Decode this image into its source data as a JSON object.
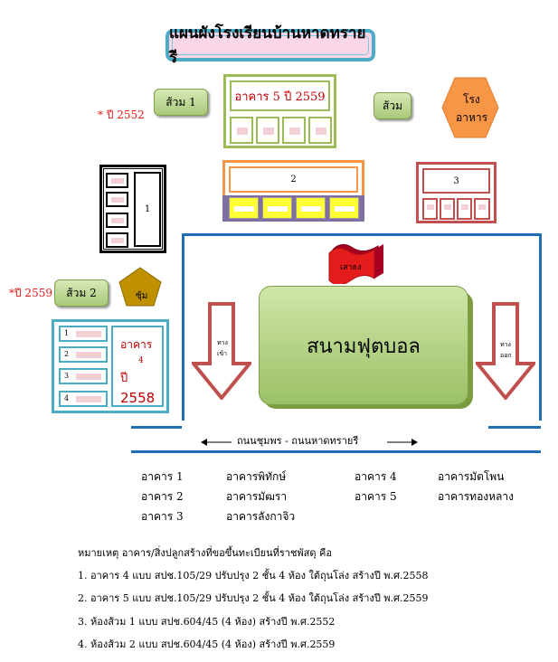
{
  "title": "แผนผังโรงเรียนบ้านหาดทรายรี",
  "year_2552_note": "* ปี 2552",
  "year_2559_note": "*ปี 2559",
  "toilet1_label": "ส้วม 1",
  "toilet2_label": "ส้วม 2",
  "toilet_label": "ส้วม",
  "canteen_label": "โรง\nอาหาร",
  "hut_label": "ซุ้ม",
  "building5_label": "อาคาร 5 ปี 2559",
  "building1_label": "1",
  "building2_label": "2",
  "building3_label": "3",
  "building4": {
    "label_top": "อาคาร",
    "label_num": "4",
    "label_year": "ปี",
    "label_yearnum": "2558",
    "rooms": [
      "1",
      "2",
      "3",
      "4"
    ]
  },
  "flagpole_label": "เสาธง",
  "field_label": "สนามฟุตบอล",
  "entrance_label": "ทาง\nเข้า",
  "exit_label": "ทาง\nออก",
  "road_label": "ถนนชุมพร   -  ถนนหาดทรายรี",
  "legend": [
    {
      "num": "อาคาร  1",
      "name": "อาคารพิทักษ์"
    },
    {
      "num": "อาคาร  2",
      "name": "อาคารมัฒรา"
    },
    {
      "num": "อาคาร  3",
      "name": "อาคารลังกาจิว"
    },
    {
      "num": "อาคาร  4",
      "name": "อาคารมัตโพน"
    },
    {
      "num": "อาคาร  5",
      "name": "อาคารทองหลาง"
    }
  ],
  "notes": {
    "heading": "หมายเหตุ  อาคาร/สิ่งปลูกสร้างที่ขอขึ้นทะเบียนที่ราชพัสดุ   คือ",
    "items": [
      "1. อาคาร 4 แบบ สปช.105/29 ปรับปรุง 2 ชั้น 4 ห้อง ใต้ถุนโล่ง  สร้างปี พ.ศ.2558",
      "2. อาคาร 5 แบบ สปช.105/29 ปรับปรุง 2 ชั้น 4 ห้อง ใต้ถุนโล่ง  สร้างปี พ.ศ.2559",
      "3. ห้องส้วม 1 แบบ สปช.604/45  (4 ห้อง)  สร้างปี พ.ศ.2552",
      "4. ห้องส้วม 2 แบบ สปช.604/45  (4 ห้อง)  สร้างปี พ.ศ.2559"
    ]
  },
  "colors": {
    "building5": "#9bbb59",
    "building2": "#f79646",
    "building3": "#c0504d",
    "building4": "#4bacc6",
    "field": "#9bbb59",
    "fence": "#1f6fb5",
    "hexagon": "#f79646",
    "pentagon": "#bf9000"
  }
}
